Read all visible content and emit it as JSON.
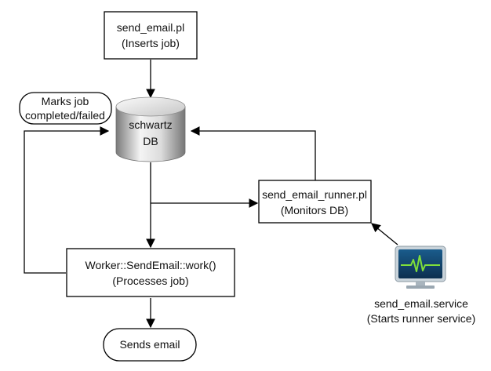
{
  "nodes": {
    "send_email_script": {
      "name": "send_email.pl",
      "note": "(Inserts job)"
    },
    "marks_job": {
      "line1": "Marks job",
      "line2": "completed/failed"
    },
    "schwartz_db": {
      "line1": "schwartz",
      "line2": "DB"
    },
    "runner_script": {
      "name": "send_email_runner.pl",
      "note": "(Monitors DB)"
    },
    "worker": {
      "name": "Worker::SendEmail::work()",
      "note": "(Processes job)"
    },
    "sends_email": {
      "label": "Sends email"
    },
    "service": {
      "name": "send_email.service",
      "note": "(Starts runner service)"
    }
  },
  "colors": {
    "stroke": "#000000",
    "db_light": "#f2f2f2",
    "db_dark": "#8a8a8a",
    "monitor_screen": "#0f3f66",
    "monitor_wave": "#7fdf3a",
    "monitor_frame": "#b9c6cf"
  },
  "icons": {
    "service": "monitor-heartbeat-icon",
    "database": "database-cylinder-icon"
  }
}
